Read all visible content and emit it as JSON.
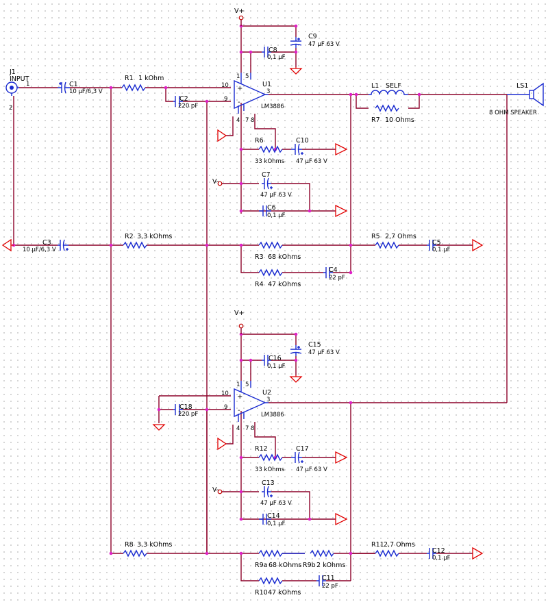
{
  "connector": {
    "ref": "J1",
    "name": "INPUT",
    "pin1": "1",
    "pin2": "2"
  },
  "speaker": {
    "ref": "LS1",
    "value": "8 OHM SPEAKER"
  },
  "supply": {
    "pos": "V+",
    "neg": "V-"
  },
  "ic": {
    "u1": {
      "ref": "U1",
      "value": "LM3886"
    },
    "u2": {
      "ref": "U2",
      "value": "LM3886"
    },
    "pins": {
      "p10": "10",
      "p9": "9",
      "p3": "3",
      "p1": "1",
      "p5": "5",
      "p4": "4",
      "p7": "7",
      "p8": "8"
    },
    "plus": "+",
    "minus": "-"
  },
  "parts": {
    "c1": {
      "ref": "C1",
      "value": "10 µF/6,3 V"
    },
    "c2": {
      "ref": "C2",
      "value": "220 pF"
    },
    "c3": {
      "ref": "C3",
      "value": "10 µF/6,3 V"
    },
    "c4": {
      "ref": "C4",
      "value": "22 pF"
    },
    "c5": {
      "ref": "C5",
      "value": "0,1 µF"
    },
    "c6": {
      "ref": "C6",
      "value": "0,1 µF"
    },
    "c7": {
      "ref": "C7",
      "value": "47 µF 63 V"
    },
    "c8": {
      "ref": "C8",
      "value": "0,1 µF"
    },
    "c9": {
      "ref": "C9",
      "value": "47 µF 63 V"
    },
    "c10": {
      "ref": "C10",
      "value": "47 µF 63 V"
    },
    "c11": {
      "ref": "C11",
      "value": "22 pF"
    },
    "c12": {
      "ref": "C12",
      "value": "0,1 µF"
    },
    "c13": {
      "ref": "C13",
      "value": "47 µF 63 V"
    },
    "c14": {
      "ref": "C14",
      "value": "0,1 µF"
    },
    "c15": {
      "ref": "C15",
      "value": "47 µF 63 V"
    },
    "c16": {
      "ref": "C16",
      "value": "0,1 µF"
    },
    "c17": {
      "ref": "C17",
      "value": "47 µF 63 V"
    },
    "c18": {
      "ref": "C18",
      "value": "220 pF"
    },
    "r1": {
      "ref": "R1",
      "value": "1 kOhm"
    },
    "r2": {
      "ref": "R2",
      "value": "3,3 kOhms"
    },
    "r3": {
      "ref": "R3",
      "value": "68 kOhms"
    },
    "r4": {
      "ref": "R4",
      "value": "47 kOhms"
    },
    "r5": {
      "ref": "R5",
      "value": "2,7 Ohms"
    },
    "r6": {
      "ref": "R6",
      "value": "33 kOhms"
    },
    "r7": {
      "ref": "R7",
      "value": "10 Ohms"
    },
    "r8": {
      "ref": "R8",
      "value": "3,3 kOhms"
    },
    "r9a": {
      "ref": "R9a",
      "value": "68 kOhms"
    },
    "r9b": {
      "ref": "R9b",
      "value": "2 kOhms"
    },
    "r10": {
      "ref": "R10",
      "value": "47 kOhms"
    },
    "r11": {
      "ref": "R11",
      "value": "2,7 Ohms"
    },
    "r12": {
      "ref": "R12",
      "value": "33 kOhms"
    },
    "l1": {
      "ref": "L1",
      "value": "SELF"
    }
  },
  "colors": {
    "wire": "#8b0028",
    "symbol": "#1a2bd0",
    "ground": "#e00000",
    "junction": "#e020c8"
  }
}
